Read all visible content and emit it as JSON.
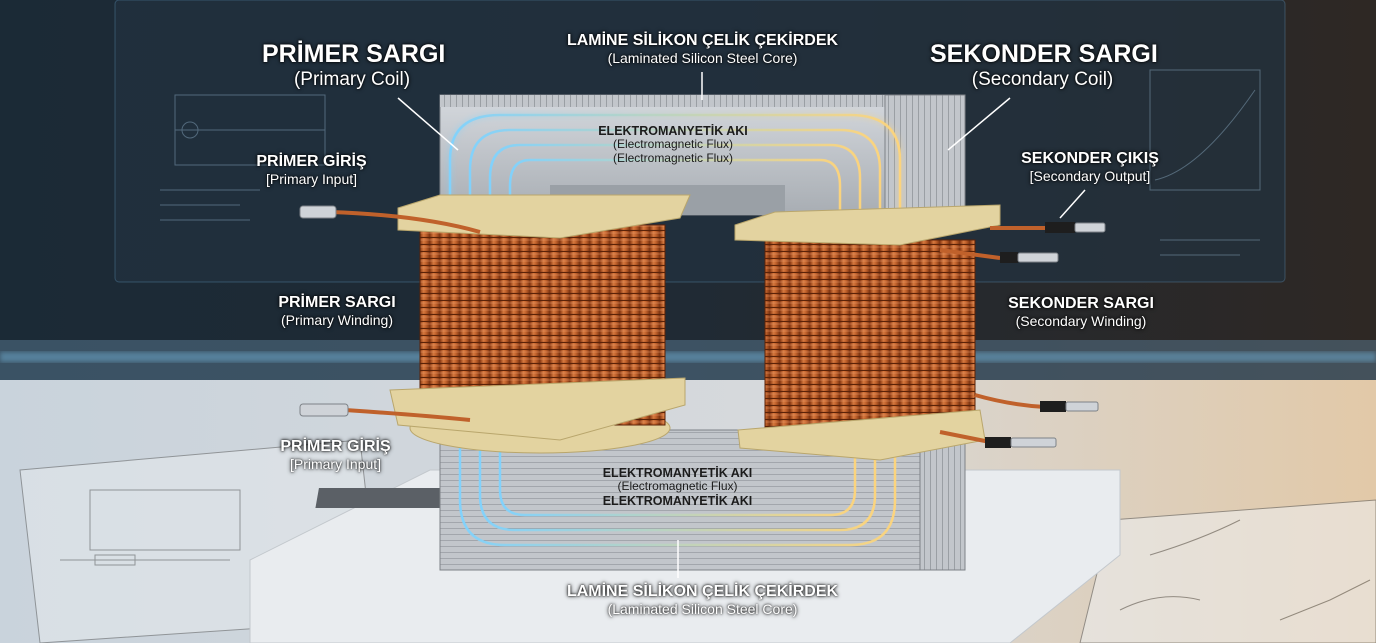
{
  "labels": {
    "primary_coil": {
      "title": "PRİMER SARGI",
      "subtitle": "(Primary Coil)"
    },
    "core_top": {
      "title": "LAMİNE SİLİKON ÇELİK ÇEKİRDEK",
      "subtitle": "(Laminated Silicon Steel Core)"
    },
    "secondary_coil": {
      "title": "SEKONDER SARGI",
      "subtitle": "(Secondary Coil)"
    },
    "primary_input_top": {
      "title": "PRİMER GİRİŞ",
      "subtitle": "[Primary Input]"
    },
    "secondary_output": {
      "title": "SEKONDER ÇIKIŞ",
      "subtitle": "[Secondary Output]"
    },
    "flux_top": {
      "title": "ELEKTROMANYETİK AKI",
      "subtitle_1": "(Electromagnetic Flux)",
      "subtitle_2": "(Electromagnetic Flux)"
    },
    "primary_winding": {
      "title": "PRİMER SARGI",
      "subtitle": "(Primary Winding)"
    },
    "secondary_winding": {
      "title": "SEKONDER SARGI",
      "subtitle": "(Secondary Winding)"
    },
    "primary_input_bottom": {
      "title": "PRİMER GİRİŞ",
      "subtitle": "[Primary Input]"
    },
    "flux_bottom": {
      "title": "ELEKTROMANYETİK AKI",
      "subtitle": "(Electromagnetic Flux)",
      "title_2": "ELEKTROMANYETİK AKI"
    },
    "core_bottom": {
      "title": "LAMİNE SİLİKON ÇELİK ÇEKİRDEK",
      "subtitle": "(Laminated Silicon Steel Core)"
    }
  },
  "colors": {
    "copper": "#c0612b",
    "core": "#b8bcc2",
    "bobbin": "#e3d3a0",
    "flux_cold": "#7fd3ff",
    "flux_warm": "#ffd57a",
    "background": "#1a222c"
  }
}
